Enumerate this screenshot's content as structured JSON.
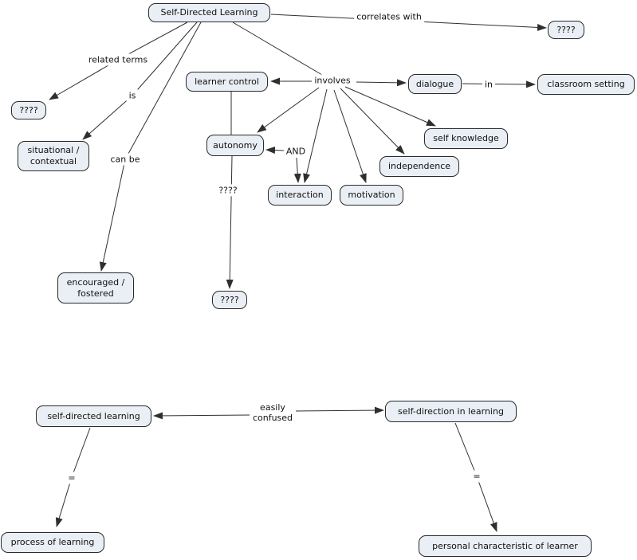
{
  "title": "Self-Directed Learning concept map",
  "colors": {
    "node_fill": "#e9eff4",
    "node_border": "#2a2a2a",
    "line": "#2f2f2f",
    "text": "#111111",
    "background": "#ffffff"
  },
  "diagram": {
    "nodes": [
      {
        "id": "self-directed-learning-main",
        "label": "Self-Directed Learning"
      },
      {
        "id": "unknown-top-right",
        "label": "????"
      },
      {
        "id": "learner-control",
        "label": "learner control"
      },
      {
        "id": "dialogue",
        "label": "dialogue"
      },
      {
        "id": "classroom-setting",
        "label": "classroom setting"
      },
      {
        "id": "unknown-left",
        "label": "????"
      },
      {
        "id": "situational-contextual",
        "label": "situational /\ncontextual"
      },
      {
        "id": "autonomy",
        "label": "autonomy"
      },
      {
        "id": "self-knowledge",
        "label": "self knowledge"
      },
      {
        "id": "independence",
        "label": "independence"
      },
      {
        "id": "interaction",
        "label": "interaction"
      },
      {
        "id": "motivation",
        "label": "motivation"
      },
      {
        "id": "encouraged-fostered",
        "label": "encouraged /\nfostered"
      },
      {
        "id": "unknown-bottom-mid",
        "label": "????"
      },
      {
        "id": "self-directed-learning-lower",
        "label": "self-directed learning"
      },
      {
        "id": "self-direction-in-learning",
        "label": "self-direction in learning"
      },
      {
        "id": "process-of-learning",
        "label": "process of learning"
      },
      {
        "id": "personal-characteristic-of-learner",
        "label": "personal characteristic of learner"
      }
    ],
    "edge_labels": [
      {
        "id": "correlates-with",
        "text": "correlates with"
      },
      {
        "id": "related-terms",
        "text": "related terms"
      },
      {
        "id": "is",
        "text": "is"
      },
      {
        "id": "involves",
        "text": "involves"
      },
      {
        "id": "in",
        "text": "in"
      },
      {
        "id": "can-be",
        "text": "can be"
      },
      {
        "id": "and",
        "text": "AND"
      },
      {
        "id": "unknown-link",
        "text": "????"
      },
      {
        "id": "easily-confused",
        "text": "easily\nconfused"
      },
      {
        "id": "equals-left",
        "text": "="
      },
      {
        "id": "equals-right",
        "text": "="
      }
    ]
  }
}
